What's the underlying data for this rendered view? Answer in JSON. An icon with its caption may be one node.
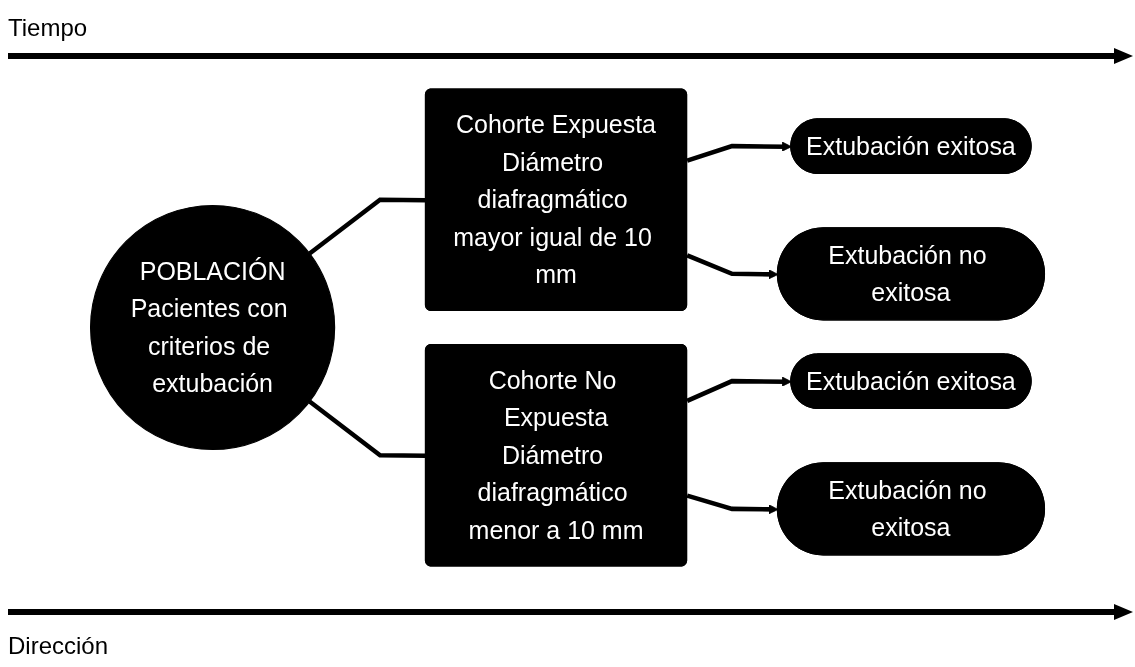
{
  "diagram": {
    "nodes": [
      {
        "text": [
          "POBLACIÓN",
          "Pacientes con criterios de extubación"
        ]
      },
      {
        "text": [
          "Cohorte Expuesta",
          "Diámetro diafragmático mayor igual de 10 mm"
        ]
      },
      {
        "text": [
          "Cohorte No Expuesta",
          "Diámetro diafragmático menor a 10 mm"
        ]
      },
      {
        "text": [
          "Extubación exitosa"
        ]
      },
      {
        "text": [
          "Extubación no exitosa"
        ]
      },
      {
        "text": [
          "Extubación exitosa"
        ]
      },
      {
        "text": [
          "Extubación no exitosa"
        ]
      }
    ],
    "edges": [
      {
        "from": 0,
        "to": 1,
        "arrow": "none"
      },
      {
        "from": 0,
        "to": 2,
        "arrow": "none"
      },
      {
        "from": 1,
        "to": 3,
        "arrow": "to"
      },
      {
        "from": 1,
        "to": 4,
        "arrow": "to"
      },
      {
        "from": 2,
        "to": 5,
        "arrow": "to"
      },
      {
        "from": 2,
        "to": 6,
        "arrow": "to"
      }
    ],
    "labels": [
      "Tiempo",
      "Dirección"
    ]
  }
}
